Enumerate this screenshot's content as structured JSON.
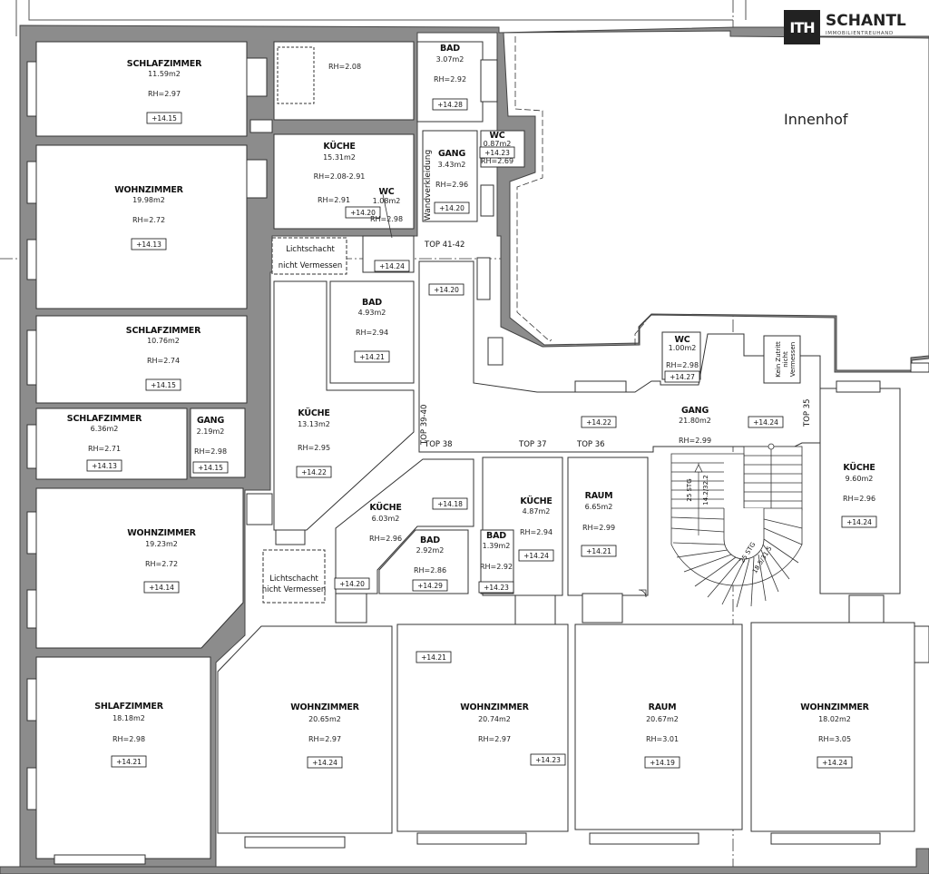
{
  "logo": {
    "mark": "ITH",
    "name": "SCHANTL",
    "subtitle": "IMMOBILIENTREUHAND"
  },
  "courtyard_label": "Innenhof",
  "rooms": [
    {
      "id": "schlafzimmer-1",
      "name": "SCHLAFZIMMER",
      "area": "11.59m2",
      "rh": "RH=2.97",
      "level": "+14.15"
    },
    {
      "id": "room-top",
      "name": "",
      "area": "",
      "rh": "RH=2.08",
      "level": ""
    },
    {
      "id": "bad-1",
      "name": "BAD",
      "area": "3.07m2",
      "rh": "RH=2.92",
      "level": "+14.28"
    },
    {
      "id": "wc-1",
      "name": "WC",
      "area": "0.87m2",
      "rh": "RH=2.69",
      "level": "+14.23"
    },
    {
      "id": "kueche-1",
      "name": "KÜCHE",
      "area": "15.31m2",
      "rh": "RH=2.08-2.91",
      "level": "+14.20",
      "rh2": "RH=2.91"
    },
    {
      "id": "wc-2",
      "name": "WC",
      "area": "1.08m2",
      "rh": "RH=2.98",
      "level": ""
    },
    {
      "id": "gang-1",
      "name": "GANG",
      "area": "3.43m2",
      "rh": "RH=2.96",
      "level": "+14.20"
    },
    {
      "id": "wohnzimmer-1",
      "name": "WOHNZIMMER",
      "area": "19.98m2",
      "rh": "RH=2.72",
      "level": "+14.13"
    },
    {
      "id": "bad-2",
      "name": "BAD",
      "area": "4.93m2",
      "rh": "RH=2.94",
      "level": "+14.21"
    },
    {
      "id": "schlafzimmer-2",
      "name": "SCHLAFZIMMER",
      "area": "10.76m2",
      "rh": "RH=2.74",
      "level": "+14.15"
    },
    {
      "id": "schlafzimmer-3",
      "name": "SCHLAFZIMMER",
      "area": "6.36m2",
      "rh": "RH=2.71",
      "level": "+14.13"
    },
    {
      "id": "gang-2",
      "name": "GANG",
      "area": "2.19m2",
      "rh": "RH=2.98",
      "level": "+14.15"
    },
    {
      "id": "kueche-2",
      "name": "KÜCHE",
      "area": "13.13m2",
      "rh": "RH=2.95",
      "level": "+14.22"
    },
    {
      "id": "wc-3",
      "name": "WC",
      "area": "1.00m2",
      "rh": "RH=2.98",
      "level": "+14.27"
    },
    {
      "id": "gang-main",
      "name": "GANG",
      "area": "21.80m2",
      "rh": "RH=2.99",
      "level": "+14.22",
      "level2": "+14.24"
    },
    {
      "id": "kueche-3",
      "name": "KÜCHE",
      "area": "9.60m2",
      "rh": "RH=2.96",
      "level": "+14.24"
    },
    {
      "id": "wohnzimmer-2",
      "name": "WOHNZIMMER",
      "area": "19.23m2",
      "rh": "RH=2.72",
      "level": "+14.14"
    },
    {
      "id": "kueche-4",
      "name": "KÜCHE",
      "area": "6.03m2",
      "rh": "RH=2.96",
      "level": "+14.18"
    },
    {
      "id": "bad-3",
      "name": "BAD",
      "area": "2.92m2",
      "rh": "RH=2.86",
      "level": "+14.29"
    },
    {
      "id": "kueche-5",
      "name": "KÜCHE",
      "area": "4.87m2",
      "rh": "RH=2.94",
      "level": "+14.24"
    },
    {
      "id": "bad-4",
      "name": "BAD",
      "area": "1.39m2",
      "rh": "RH=2.92",
      "level": "+14.23"
    },
    {
      "id": "raum-1",
      "name": "RAUM",
      "area": "6.65m2",
      "rh": "RH=2.99",
      "level": "+14.21"
    },
    {
      "id": "shlafzimmer",
      "name": "SHLAFZIMMER",
      "area": "18.18m2",
      "rh": "RH=2.98",
      "level": "+14.21"
    },
    {
      "id": "wohnzimmer-3",
      "name": "WOHNZIMMER",
      "area": "20.65m2",
      "rh": "RH=2.97",
      "level": "+14.24"
    },
    {
      "id": "wohnzimmer-4",
      "name": "WOHNZIMMER",
      "area": "20.74m2",
      "rh": "RH=2.97",
      "level": "+14.23",
      "level2": "+14.21"
    },
    {
      "id": "raum-2",
      "name": "RAUM",
      "area": "20.67m2",
      "rh": "RH=3.01",
      "level": "+14.19"
    },
    {
      "id": "wohnzimmer-5",
      "name": "WOHNZIMMER",
      "area": "18.02m2",
      "rh": "RH=3.05",
      "level": "+14.24"
    }
  ],
  "extra_levels": {
    "corridor": "+14.20",
    "stair_top": "+14.24",
    "left_corridor": "+14.20"
  },
  "unit_labels": {
    "top_41_42": "TOP 41-42",
    "top_39_40": "TOP 39-40",
    "top_38": "TOP 38",
    "top_37": "TOP 37",
    "top_36": "TOP 36",
    "top_35": "TOP 35"
  },
  "notes": {
    "lichtschacht_1_line1": "Lichtschacht",
    "lichtschacht_1_line2": "nicht Vermessen",
    "lichtschacht_2_line1": "Lichtschacht",
    "lichtschacht_2_line2": "nicht Vermessen",
    "wandverkleidung": "Wandverkleidung",
    "kein_zutritt_1": "Kein Zutritt",
    "kein_zutritt_2": "nicht",
    "kein_zutritt_3": "Vermessen",
    "stair_1": "25 STG",
    "stair_2": "14.2/32.2",
    "stair_3": "25 STG",
    "stair_4": "18.5/31.5"
  }
}
